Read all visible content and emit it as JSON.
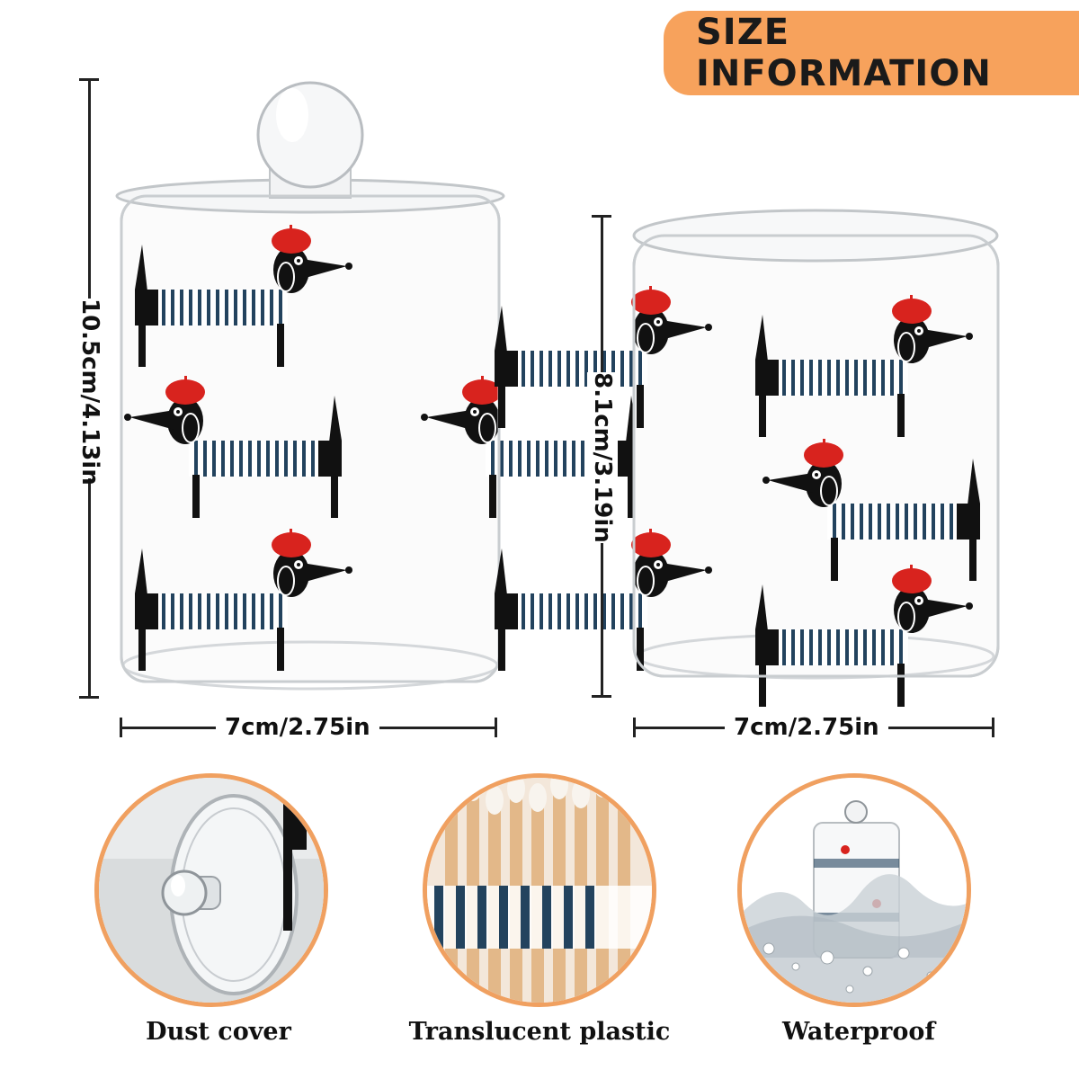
{
  "banner": {
    "title": "SIZE INFORMATION",
    "color": "#F7A25C"
  },
  "large_jar": {
    "height_label": "10.5cm/4.13in",
    "width_label": "7cm/2.75in"
  },
  "small_jar": {
    "height_label": "8.1cm/3.19in",
    "width_label": "7cm/2.75in"
  },
  "features": [
    {
      "label": "Dust cover"
    },
    {
      "label": "Translucent plastic"
    },
    {
      "label": "Waterproof"
    }
  ],
  "colors": {
    "beret": "#D8231E",
    "stripe": "#23435E",
    "dog": "#111111",
    "accent": "#F0A060"
  }
}
